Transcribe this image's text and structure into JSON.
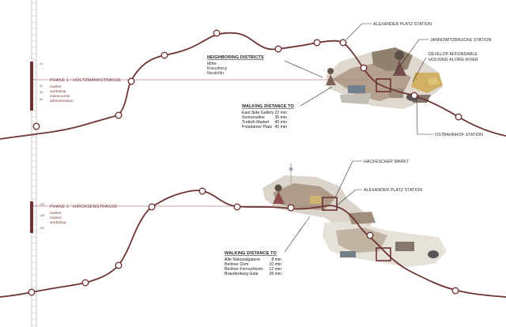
{
  "colors": {
    "accent": "#6e3434",
    "ink": "#1a1a1a",
    "ruler": "#b8b8b8"
  },
  "phase1": {
    "title": "PHASE 1 : HOLTZMARKSTRASSE",
    "functions": [
      "market",
      "workshop",
      "classrooms/",
      "administration"
    ],
    "markers": [
      "41",
      "42",
      "43",
      "44"
    ],
    "neighboring_title": "NEIGHBORING DISTRICTS",
    "districts": [
      "Mitte",
      "Kreuzberg",
      "Neukölln"
    ],
    "walking_title": "WALKING  DISTANCE TO",
    "walking": [
      {
        "place": "East Side Gallery",
        "time": "22 min"
      },
      {
        "place": "Sonnenallee",
        "time": "35 min"
      },
      {
        "place": "Turkish Market",
        "time": "40 min"
      },
      {
        "place": "Potsdamer Platz",
        "time": "45 min"
      }
    ],
    "callouts": {
      "alexander": "ALEXANDER PLATZ STATION",
      "jannowitz": "JANNOWITZBRUCKE STATION",
      "develop_1": "DEVELOP AFFORDABLE",
      "develop_2": "HOUSING ALONG RIVER",
      "ostbahnhof": "OSTBAHNHOF STATION"
    }
  },
  "phase2": {
    "title": "PHASE 2 : DIRCKSENSTRASSE",
    "functions": [
      "market",
      "market",
      "workshop"
    ],
    "markers": [
      "132",
      "133",
      "134"
    ],
    "walking_title": "WALKING  DISTANCE TO",
    "walking": [
      {
        "place": "Alte Nationalgalerie",
        "time": "8 min"
      },
      {
        "place": "Berliner Dom",
        "time": "10 min"
      },
      {
        "place": "Berliner Fernsehturm",
        "time": "12 min"
      },
      {
        "place": "Brandenburg Gate",
        "time": "28 min"
      }
    ],
    "callouts": {
      "hackescher": "HACKESCHER MARKT",
      "alexander": "ALEXANDER PLATZ STATION"
    }
  }
}
